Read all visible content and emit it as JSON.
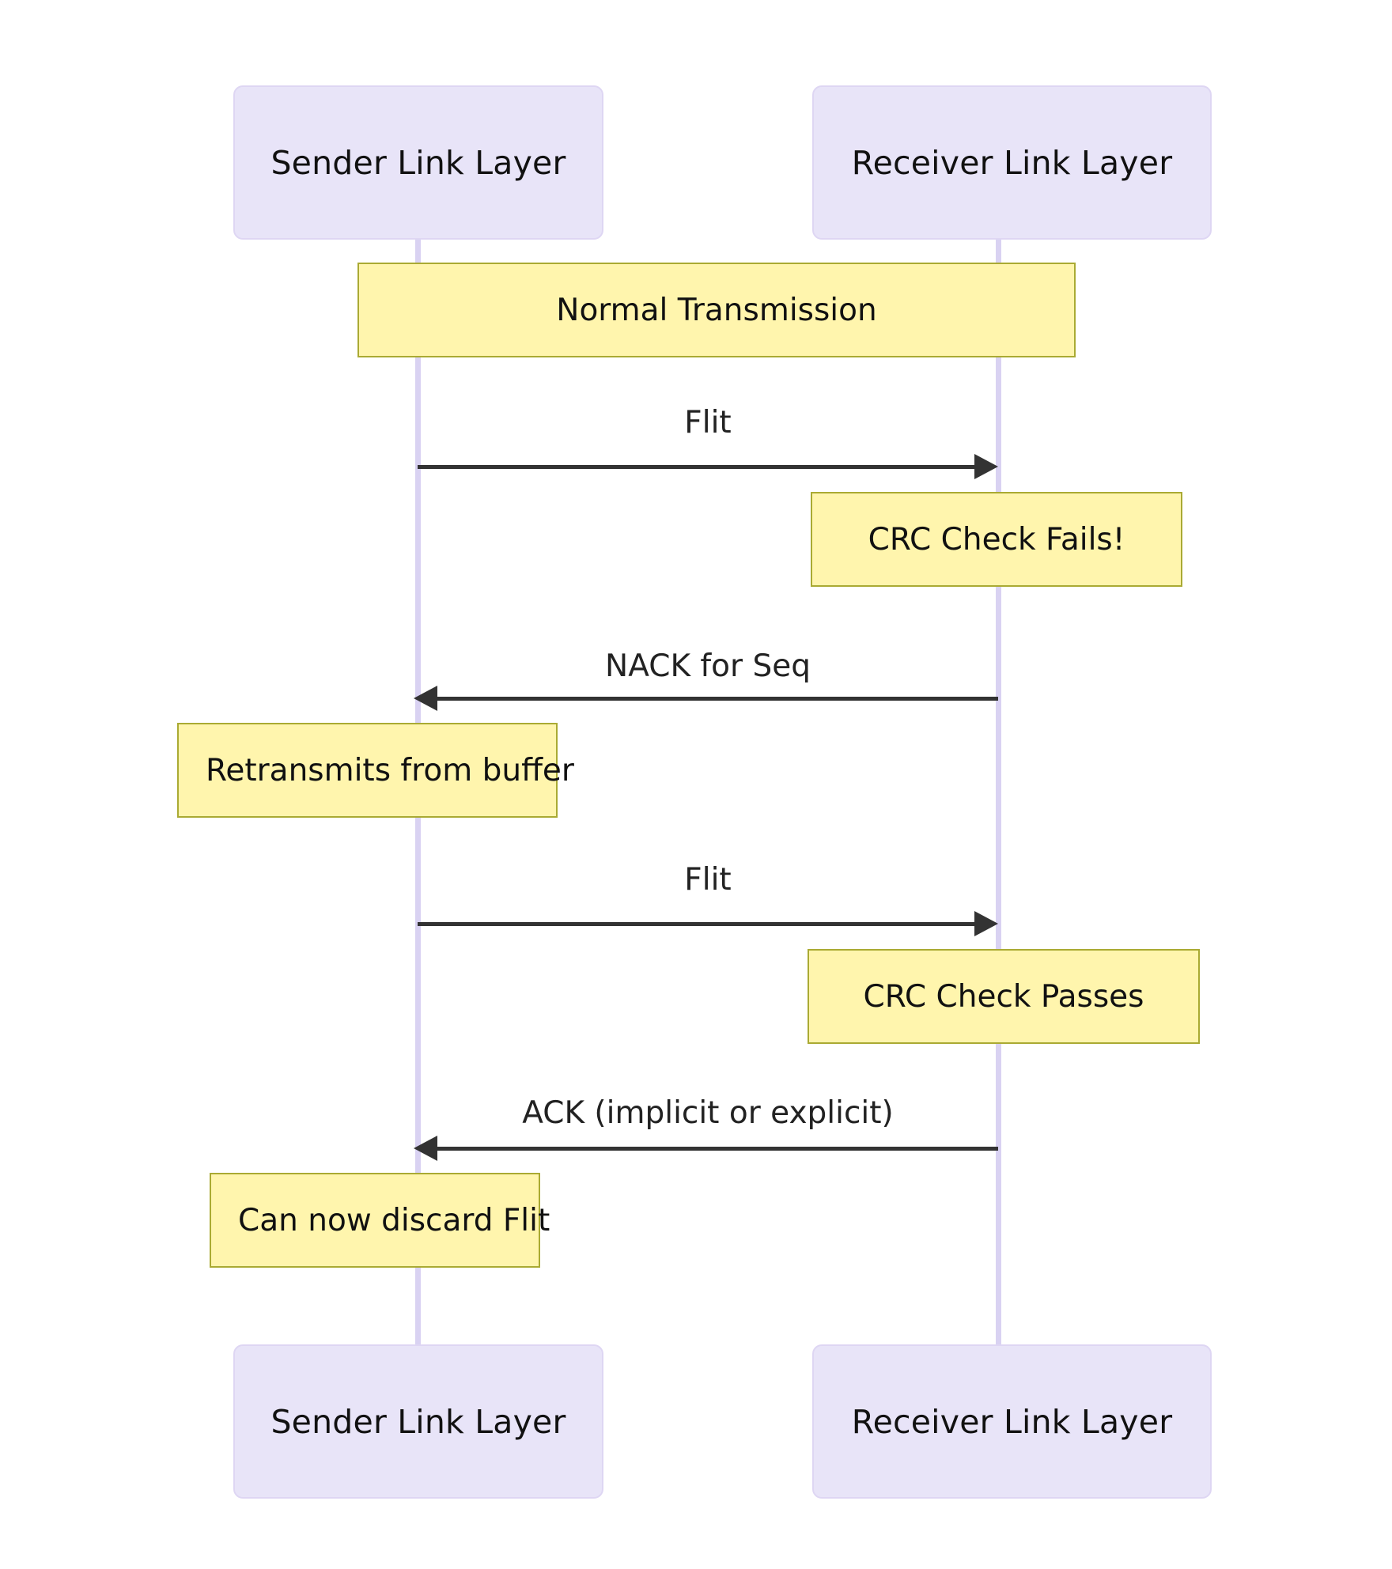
{
  "diagram": {
    "type": "sequence-diagram",
    "title": "Link Layer CRC Retry Sequence",
    "background_color": "#ffffff",
    "colors": {
      "actor_fill": "#e8e4f8",
      "actor_border": "#ded6f3",
      "note_fill": "#fff5ad",
      "note_border": "#aaaa33",
      "lifeline": "#d9d2f2",
      "arrow": "#333333",
      "text": "#111111"
    }
  },
  "participants": [
    {
      "id": "sender",
      "label": "Sender Link Layer"
    },
    {
      "id": "receiver",
      "label": "Receiver Link Layer"
    }
  ],
  "participants_bottom": [
    {
      "id": "sender",
      "label": "Sender Link Layer"
    },
    {
      "id": "receiver",
      "label": "Receiver Link Layer"
    }
  ],
  "notes": [
    {
      "id": "note-normal-transmission",
      "label": "Normal Transmission",
      "span": "both",
      "align": "center"
    },
    {
      "id": "note-crc-check-fails",
      "label": "CRC Check Fails!",
      "over": "receiver",
      "align": "center"
    },
    {
      "id": "note-retransmits-from-buffer",
      "label": "Retransmits from buffer",
      "over": "sender",
      "align": "left"
    },
    {
      "id": "note-crc-check-passes",
      "label": "CRC Check Passes",
      "over": "receiver",
      "align": "center"
    },
    {
      "id": "note-can-now-discard-flit",
      "label": "Can now discard Flit",
      "over": "sender",
      "align": "left"
    }
  ],
  "messages": [
    {
      "id": "msg-flit-1",
      "label": "Flit",
      "from": "sender",
      "to": "receiver",
      "direction": "right"
    },
    {
      "id": "msg-nack-for-seq",
      "label": "NACK for Seq",
      "from": "receiver",
      "to": "sender",
      "direction": "left"
    },
    {
      "id": "msg-flit-2",
      "label": "Flit",
      "from": "sender",
      "to": "receiver",
      "direction": "right"
    },
    {
      "id": "msg-ack",
      "label": "ACK (implicit or explicit)",
      "from": "receiver",
      "to": "sender",
      "direction": "left"
    }
  ]
}
